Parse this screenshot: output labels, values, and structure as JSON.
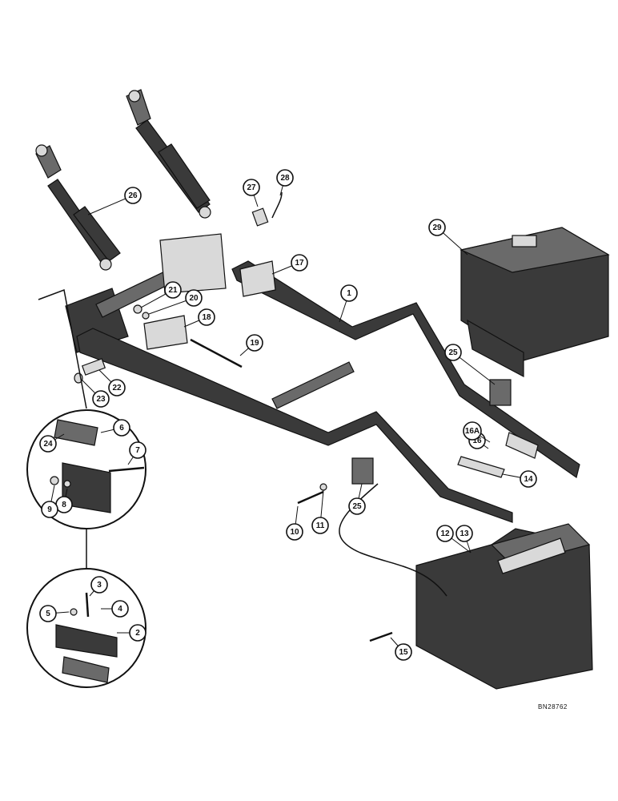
{
  "callouts": [
    {
      "id": "c1",
      "label": "1"
    },
    {
      "id": "c2",
      "label": "2"
    },
    {
      "id": "c3",
      "label": "3"
    },
    {
      "id": "c4",
      "label": "4"
    },
    {
      "id": "c5",
      "label": "5"
    },
    {
      "id": "c6",
      "label": "6"
    },
    {
      "id": "c7",
      "label": "7"
    },
    {
      "id": "c8",
      "label": "8"
    },
    {
      "id": "c9",
      "label": "9"
    },
    {
      "id": "c10",
      "label": "10"
    },
    {
      "id": "c11",
      "label": "11"
    },
    {
      "id": "c12",
      "label": "12"
    },
    {
      "id": "c13",
      "label": "13"
    },
    {
      "id": "c14",
      "label": "14"
    },
    {
      "id": "c15",
      "label": "15"
    },
    {
      "id": "c16",
      "label": "16"
    },
    {
      "id": "c16a",
      "label": "16A"
    },
    {
      "id": "c17",
      "label": "17"
    },
    {
      "id": "c18",
      "label": "18"
    },
    {
      "id": "c19",
      "label": "19"
    },
    {
      "id": "c20",
      "label": "20"
    },
    {
      "id": "c21",
      "label": "21"
    },
    {
      "id": "c22",
      "label": "22"
    },
    {
      "id": "c23",
      "label": "23"
    },
    {
      "id": "c24",
      "label": "24"
    },
    {
      "id": "c25a",
      "label": "25"
    },
    {
      "id": "c25b",
      "label": "25"
    },
    {
      "id": "c26",
      "label": "26"
    },
    {
      "id": "c27",
      "label": "27"
    },
    {
      "id": "c28",
      "label": "28"
    },
    {
      "id": "c29",
      "label": "29"
    }
  ],
  "drawing_number": "BN28762",
  "colors": {
    "ink": "#111111",
    "metal": "#3a3a3a",
    "paper": "#ffffff"
  }
}
